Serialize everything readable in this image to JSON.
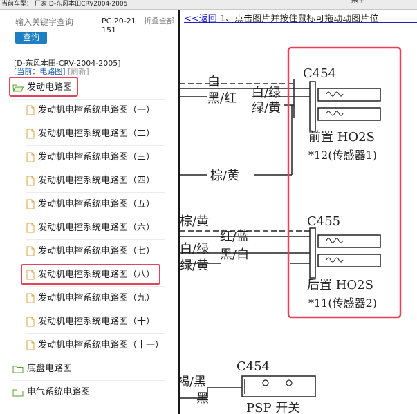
{
  "topbar": {
    "current_car": "当前车型：  厂家:D-东风本田CRV2004-2005",
    "top_link": "菜单"
  },
  "search": {
    "placeholder": "输入关键字查询",
    "button": "查询",
    "code": "PC.20-21151",
    "collapse_all": "折叠全部"
  },
  "tree": {
    "model": "[D-东风本田-CRV-2004-2005]",
    "current_label": "[当前：电路图]",
    "refresh_label": "[刷新]",
    "nodes": [
      {
        "label": "发动电路图",
        "type": "folder-open"
      },
      {
        "label": "发动机电控系统电路图（一）",
        "type": "file"
      },
      {
        "label": "发动机电控系统电路图（二）",
        "type": "file"
      },
      {
        "label": "发动机电控系统电路图（三）",
        "type": "file"
      },
      {
        "label": "发动机电控系统电路图（四）",
        "type": "file"
      },
      {
        "label": "发动机电控系统电路图（五）",
        "type": "file"
      },
      {
        "label": "发动机电控系统电路图（六）",
        "type": "file"
      },
      {
        "label": "发动机电控系统电路图（七）",
        "type": "file"
      },
      {
        "label": "发动机电控系统电路图（八）",
        "type": "file"
      },
      {
        "label": "发动机电控系统电路图（九）",
        "type": "file"
      },
      {
        "label": "发动机电控系统电路图（十）",
        "type": "file"
      },
      {
        "label": "发动机电控系统电路图（十一）",
        "type": "file"
      },
      {
        "label": "底盘电路图",
        "type": "folder"
      },
      {
        "label": "电气系统电路图",
        "type": "folder"
      }
    ]
  },
  "main": {
    "back_link": "<<返回",
    "instruction": "1、点击图片并按住鼠标可拖动动图片位",
    "diagram": {
      "wire_white": "白",
      "wire_black_red": "黑/红",
      "wire_white_green": "白/绿",
      "wire_green_yellow": "绿/黄",
      "wire_brown_yellow": "棕/黄",
      "wire_brown_yellow_2": "棕/黄",
      "wire_red_blue": "红/蓝",
      "wire_white_green_2": "白/绿",
      "wire_black_white": "黑/白",
      "wire_green_yellow_2": "绿/黄",
      "wire_black_1": "褐/黑",
      "wire_black_2": "黑",
      "c454": "C454",
      "c455": "C455",
      "c454_bottom": "C454",
      "front_sensor": "前置 HO2S",
      "front_sensor_note": "*12(传感器1)",
      "rear_sensor": "后置 HO2S",
      "rear_sensor_note": "*11(传感器2)",
      "psp": "PSP 开关"
    }
  }
}
